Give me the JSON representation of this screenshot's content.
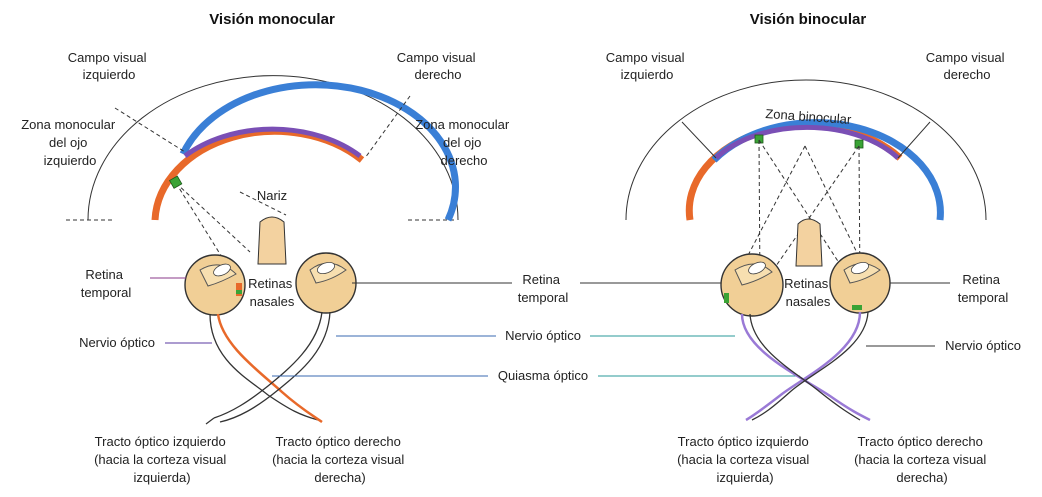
{
  "titles": {
    "monocular": "Visión monocular",
    "binocular": "Visión binocular"
  },
  "mono": {
    "left_field": [
      "Campo visual",
      "izquierdo"
    ],
    "right_field": [
      "Campo visual",
      "derecho"
    ],
    "left_zone": [
      "Zona monocular",
      "del ojo",
      "izquierdo"
    ],
    "right_zone": [
      "Zona monocular",
      "del ojo",
      "derecho"
    ],
    "nose": "Nariz",
    "retina_temporal": [
      "Retina",
      "temporal"
    ],
    "retinas_nasales": [
      "Retinas",
      "nasales"
    ],
    "optic_nerve": "Nervio óptico",
    "left_tract": [
      "Tracto óptico izquierdo",
      "(hacia la corteza visual",
      "izquierda)"
    ],
    "right_tract": [
      "Tracto óptico derecho",
      "(hacia la corteza visual",
      "derecha)"
    ]
  },
  "center": {
    "retina_temporal": [
      "Retina",
      "temporal"
    ],
    "optic_nerve": "Nervio óptico",
    "chiasm": "Quiasma óptico"
  },
  "bino": {
    "left_field": [
      "Campo visual",
      "izquierdo"
    ],
    "right_field": [
      "Campo visual",
      "derecho"
    ],
    "binocular_zone": "Zona binocular",
    "retinas_nasales": [
      "Retinas",
      "nasales"
    ],
    "retina_temporal": [
      "Retina",
      "temporal"
    ],
    "optic_nerve": "Nervio óptico",
    "left_tract": [
      "Tracto óptico izquierdo",
      "(hacia la corteza visual",
      "izquierda)"
    ],
    "right_tract": [
      "Tracto óptico derecho",
      "(hacia la corteza visual",
      "derecha)"
    ]
  },
  "colors": {
    "left_eye_field": "#e8692a",
    "right_eye_field": "#3a7fd6",
    "overlap": "#7a4fb5",
    "marker": "#3aa335",
    "eye": "#f1cf96",
    "nasal_tract": "#9a7ad6"
  }
}
